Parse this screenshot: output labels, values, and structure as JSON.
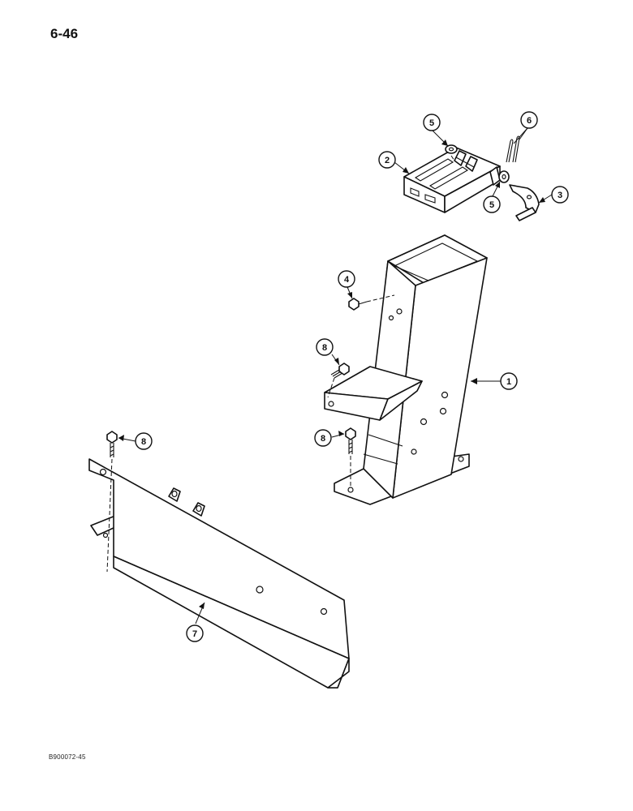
{
  "page": {
    "page_number": "6-46",
    "drawing_code": "B900072-45"
  },
  "callouts": [
    {
      "id": "c1",
      "label": "1"
    },
    {
      "id": "c2",
      "label": "2"
    },
    {
      "id": "c3",
      "label": "3"
    },
    {
      "id": "c4",
      "label": "4"
    },
    {
      "id": "c5a",
      "label": "5"
    },
    {
      "id": "c5b",
      "label": "5"
    },
    {
      "id": "c6",
      "label": "6"
    },
    {
      "id": "c7",
      "label": "7"
    },
    {
      "id": "c8a",
      "label": "8"
    },
    {
      "id": "c8b",
      "label": "8"
    },
    {
      "id": "c8c",
      "label": "8"
    }
  ]
}
